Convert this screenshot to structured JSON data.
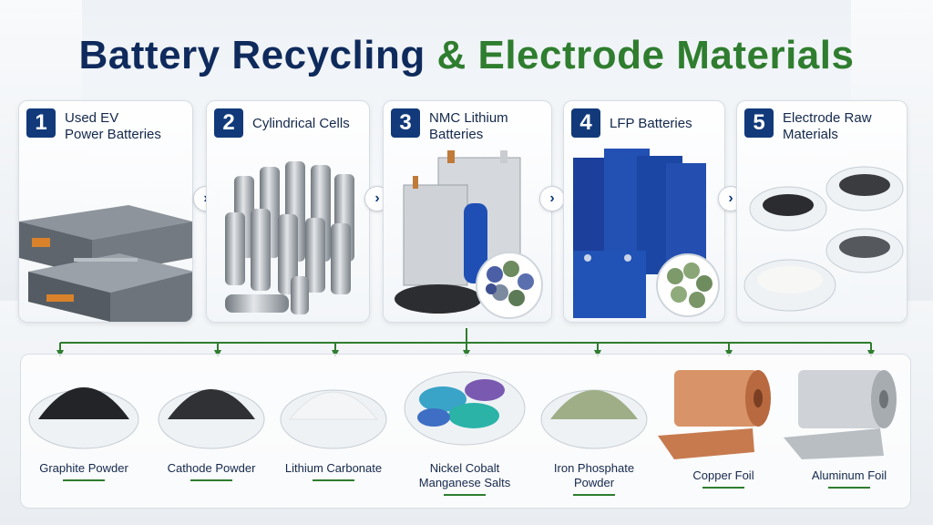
{
  "title": {
    "part1": "Battery Recycling",
    "part2": "& Electrode Materials"
  },
  "colors": {
    "navy": "#123a7a",
    "green": "#2f7d2f",
    "title_navy": "#0f2a5c"
  },
  "steps": [
    {
      "num": "1",
      "line1": "Used EV",
      "line2": "Power Batteries"
    },
    {
      "num": "2",
      "line1": "Cylindrical Cells",
      "line2": ""
    },
    {
      "num": "3",
      "line1": "NMC Lithium",
      "line2": "Batteries"
    },
    {
      "num": "4",
      "line1": "LFP Batteries",
      "line2": ""
    },
    {
      "num": "5",
      "line1": "Electrode Raw",
      "line2": "Materials"
    }
  ],
  "arrow_icon": "chevron-right-icon",
  "materials": [
    {
      "line1": "Graphite Powder",
      "line2": ""
    },
    {
      "line1": "Cathode Powder",
      "line2": ""
    },
    {
      "line1": "Lithium Carbonate",
      "line2": ""
    },
    {
      "line1": "Nickel Cobalt",
      "line2": "Manganese Salts"
    },
    {
      "line1": "Iron Phosphate",
      "line2": "Powder"
    },
    {
      "line1": "Copper Foil",
      "line2": ""
    },
    {
      "line1": "Aluminum Foil",
      "line2": ""
    }
  ]
}
